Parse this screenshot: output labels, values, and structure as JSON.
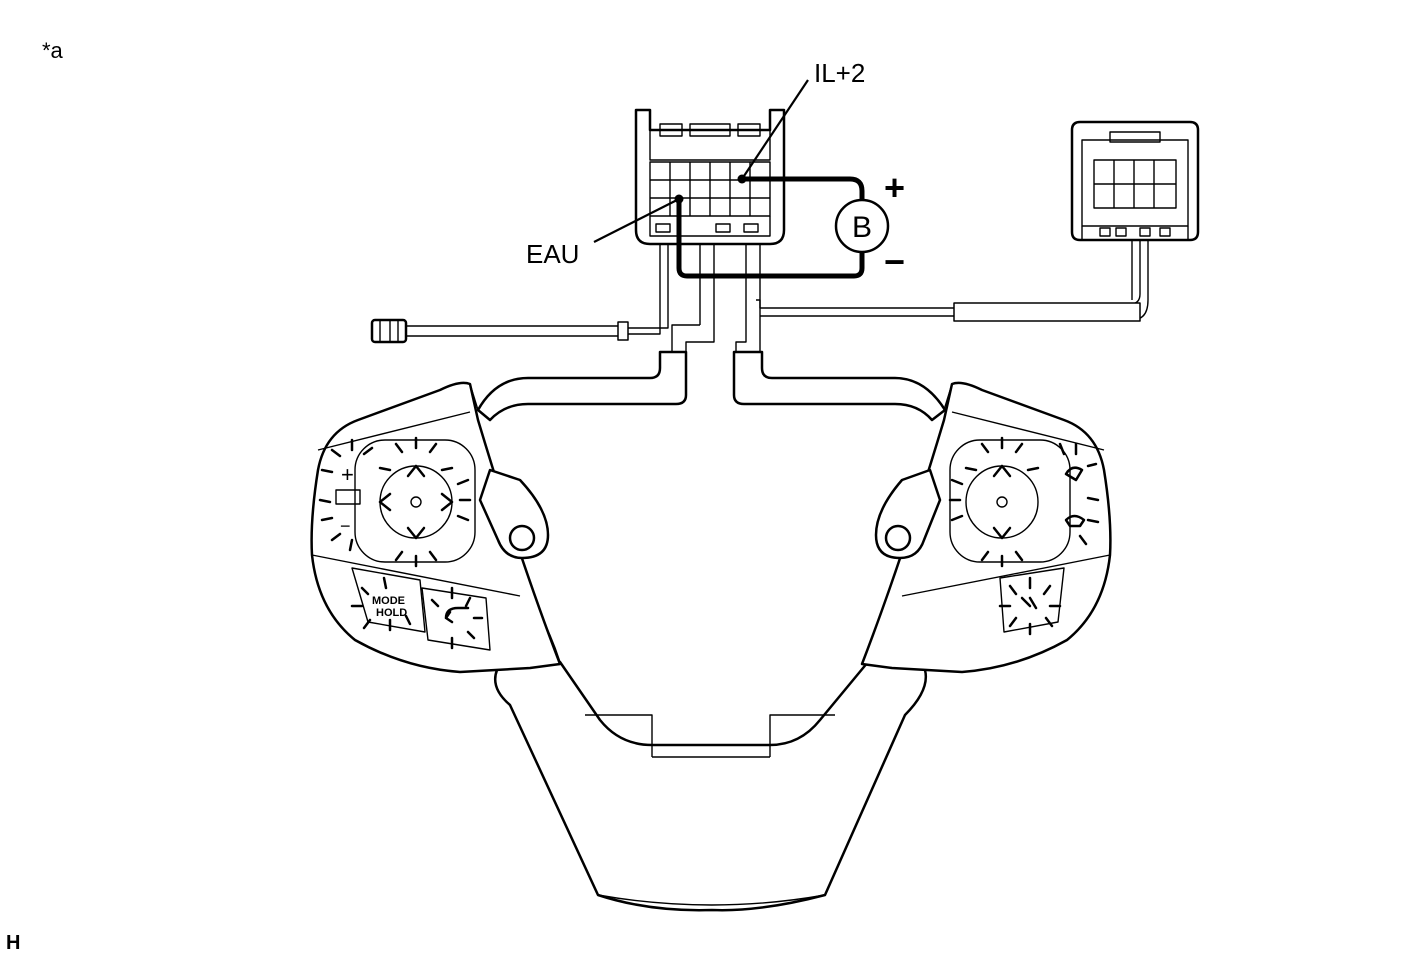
{
  "figure_label": "*a",
  "code_label": "H",
  "labels": {
    "il2": "IL+2",
    "eau": "EAU",
    "battery": "B",
    "plus": "+",
    "minus": "−"
  },
  "buttons": {
    "mode": "MODE",
    "hold": "HOLD"
  },
  "icons": [
    "connector-icon",
    "battery-icon",
    "steering-pad-icon",
    "arrow-icon"
  ]
}
